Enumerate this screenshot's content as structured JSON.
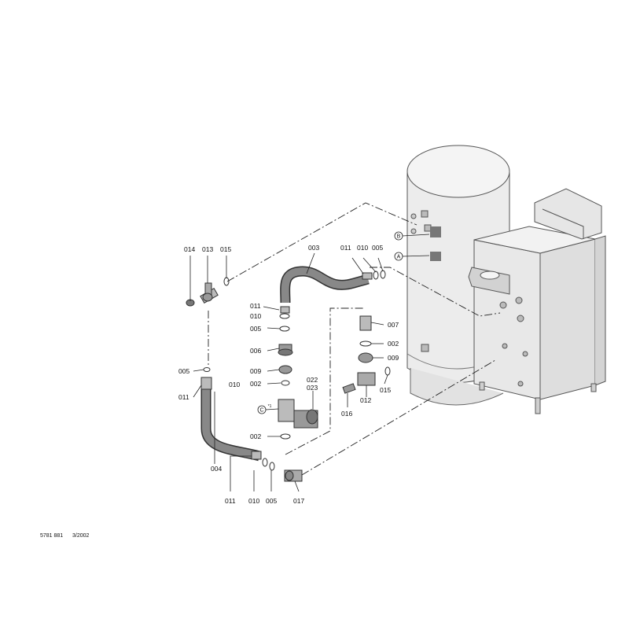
{
  "labels": {
    "l014": "014",
    "l013": "013",
    "l015a": "015",
    "l003": "003",
    "l011_top": "011",
    "l010_top": "010",
    "l005_top": "005",
    "l011_a": "011",
    "l010_a": "010",
    "l005_a": "005",
    "l006": "006",
    "l009_a": "009",
    "l002_a": "002",
    "l022": "022",
    "l023": "023",
    "l002_b": "002",
    "l005_left": "005",
    "l011_left": "011",
    "l010_left": "010",
    "l004": "004",
    "l011_bot": "011",
    "l010_bot": "010",
    "l005_bot": "005",
    "l017": "017",
    "l007": "007",
    "l002_r": "002",
    "l009_r": "009",
    "l015_r": "015",
    "l016": "016",
    "l012": "012"
  },
  "markers": {
    "b": "B",
    "a": "A",
    "c": "C",
    "c_note": "*1"
  },
  "footer": {
    "doc_number": "5781 881",
    "date": "3/2002"
  }
}
